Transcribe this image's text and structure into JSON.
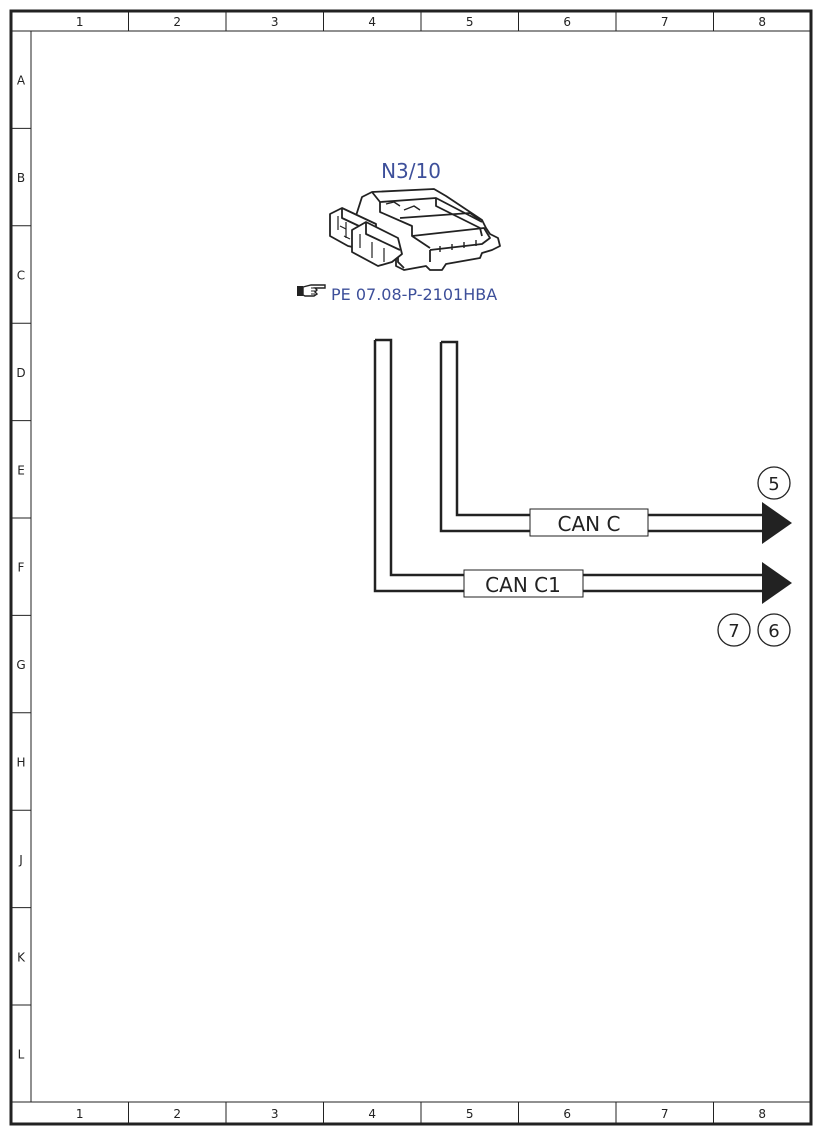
{
  "frame": {
    "columns": [
      "1",
      "2",
      "3",
      "4",
      "5",
      "6",
      "7",
      "8"
    ],
    "rows": [
      "A",
      "B",
      "C",
      "D",
      "E",
      "F",
      "G",
      "H",
      "J",
      "K",
      "L"
    ]
  },
  "component": {
    "id": "N3/10",
    "reference": "PE 07.08-P-2101HBA",
    "icon": "ecu-control-unit-icon",
    "reference_icon": "pointing-hand-icon"
  },
  "buses": [
    {
      "label": "CAN C",
      "targets": [
        "5"
      ]
    },
    {
      "label": "CAN C1",
      "targets": [
        "7",
        "6"
      ]
    }
  ],
  "colors": {
    "line": "#222222",
    "accent": "#3d4f9a"
  }
}
